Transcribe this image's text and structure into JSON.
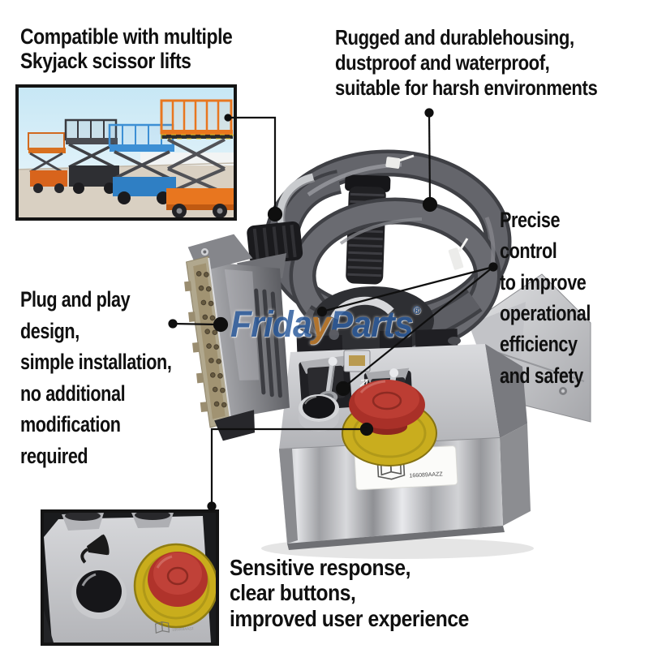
{
  "callouts": {
    "compatible": "Compatible with multiple\nSkyjack scissor lifts",
    "rugged": "Rugged and durablehousing,\ndustproof and waterproof,\nsuitable for harsh environments",
    "precise": "Precise control\nto improve\noperational\nefficiency\nand safety",
    "plug": "Plug and play\ndesign,\nsimple installation,\nno additional\nmodification\nrequired",
    "sensitive": "Sensitive response,\nclear buttons,\nimproved user experience"
  },
  "logo": {
    "part1": "Frida",
    "swoosh": "y",
    "part2": "Parts",
    "reg": "®"
  },
  "product": {
    "label_code": "166089AAZZ"
  },
  "colors": {
    "text": "#101010",
    "logo_blue": "#2e5d9e",
    "logo_orange": "#c8812e",
    "estop_red": "#b5352c",
    "estop_yellow": "#c9ad1e",
    "cable_gray": "#64656b",
    "background": "#ffffff"
  }
}
